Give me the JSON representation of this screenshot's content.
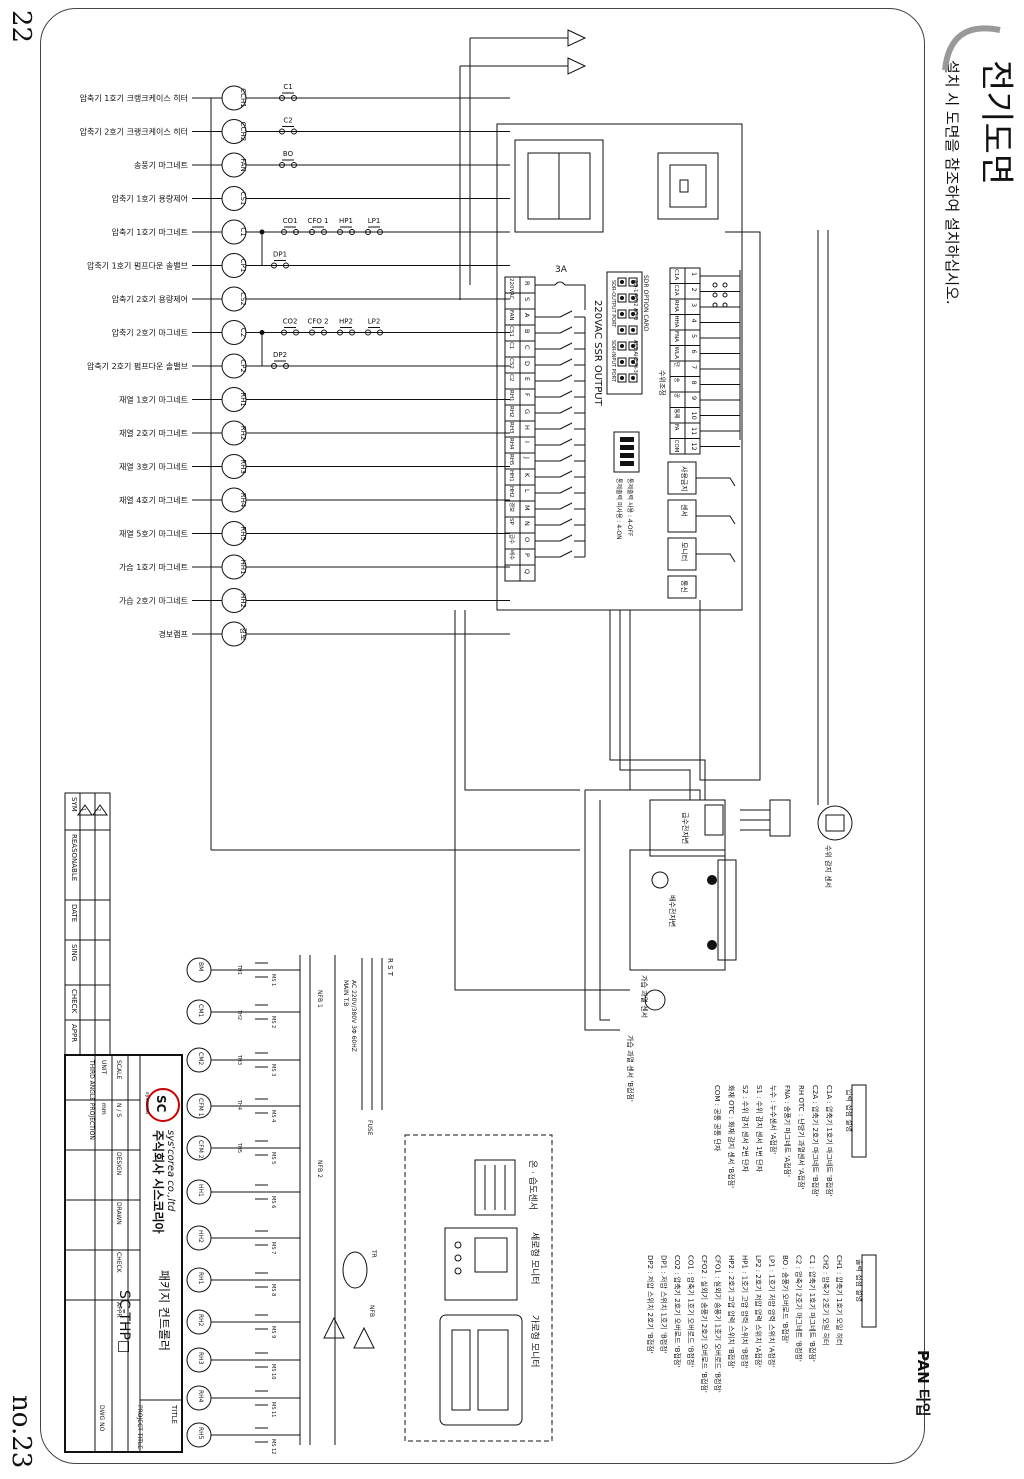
{
  "page": {
    "number_top": "22",
    "number_bottom": "no.23"
  },
  "header": {
    "title": "전기도면",
    "subtitle": "설치 시 도면을 참조하여 설치하십시오."
  },
  "pan_type": "PAN 타입",
  "loads": [
    {
      "code": "CCH1",
      "label": "압축기 1호기 크랭크케이스 히터"
    },
    {
      "code": "CCH2",
      "label": "압축기 2호기 크랭크케이스 히터"
    },
    {
      "code": "FAN",
      "label": "송풍기 마그네트"
    },
    {
      "code": "CS1",
      "label": "압축기 1호기 용량제어"
    },
    {
      "code": "C1",
      "label": "압축기 1호기 마그네트"
    },
    {
      "code": "CP1",
      "label": "압축기 1호기 펌프다운 솔밸브"
    },
    {
      "code": "CS2",
      "label": "압축기 2호기 용량제어"
    },
    {
      "code": "C2",
      "label": "압축기 2호기 마그네트"
    },
    {
      "code": "CP2",
      "label": "압축기 2호기 펌프다운 솔밸브"
    },
    {
      "code": "RH1",
      "label": "재열 1호기 마그네트"
    },
    {
      "code": "RH2",
      "label": "재열 2호기 마그네트"
    },
    {
      "code": "RH3",
      "label": "재열 3호기 마그네트"
    },
    {
      "code": "RH4",
      "label": "재열 4호기 마그네트"
    },
    {
      "code": "RH5",
      "label": "재열 5호기 마그네트"
    },
    {
      "code": "HH1",
      "label": "가습 1호기 마그네트"
    },
    {
      "code": "HH2",
      "label": "가습 2호기 마그네트"
    },
    {
      "code": "경보",
      "label": "경보램프"
    }
  ],
  "contacts": {
    "row1": [
      "C1",
      "C2",
      "BO"
    ],
    "c1_chain": [
      "CO1",
      "CFO 1",
      "HP1",
      "LP1"
    ],
    "c2_chain": [
      "CO2",
      "CFO 2",
      "HP2",
      "LP2"
    ],
    "dp": [
      "DP1",
      "DP2"
    ]
  },
  "terminal": {
    "title": "220VAC SSR OUTPUT",
    "letters": [
      "R",
      "S",
      "A",
      "B",
      "C",
      "D",
      "E",
      "F",
      "G",
      "H",
      "I",
      "J",
      "K",
      "L",
      "M",
      "N",
      "O",
      "P",
      "Q"
    ],
    "names": [
      "220VAC",
      "",
      "FAN",
      "CS1",
      "C1",
      "CS2",
      "C2",
      "RH1",
      "RH2",
      "RH3",
      "RH4",
      "RH5",
      "HH1",
      "HH2",
      "경보",
      "SP",
      "급수",
      "배수",
      ""
    ],
    "fuse": "3A",
    "sdr_title": "SDR OPTION CARD",
    "sdr_rows": [
      "AO-1 AO-2 AO-3",
      "AI-1 AI-2 AI-3",
      "SDR-OUTPUT PORT",
      "SDR-INPUT PORT"
    ],
    "dip_lines": [
      "통제출력 사용 : 4-OFF",
      "통제출력 미사용 : 4-ON"
    ],
    "input_nums": [
      "1",
      "2",
      "3",
      "4",
      "5",
      "6",
      "7",
      "8",
      "9",
      "10",
      "11",
      "12"
    ],
    "input_names": [
      "C1A",
      "C2A",
      "RHA",
      "HHA",
      "FNA",
      "WLA",
      "단",
      "송",
      "공",
      "통제",
      "FA",
      "COM"
    ]
  },
  "ports": [
    "사용금지",
    "센서",
    "모니터",
    "통신"
  ],
  "float_label": "수위조정",
  "sensors": {
    "water_level": "수위 감지 센서",
    "drain_valve": "급수전자변",
    "drain_valve2": "배수전자변",
    "humid_sensor": "가습 과열 센서",
    "humid_sensor_out": "가습 과열 센서 'B접점'"
  },
  "input_legend": {
    "title": "입력 접점 설명",
    "rows": [
      "C1A   : 압축기 1호기 마그네트 'B접점'",
      "C2A   : 압축기 2호기 마그네트 'B접점'",
      "RH OTC : 난방기 과열센서 'A접점'",
      "FNA   : 송풍기 마그네트 'A접점'",
      "누수  : 누수센서 'A접점'",
      "S1    : 수위 감지 센서 1번 단자",
      "S2    : 수위 감지 센서 2번 단자",
      "화재 OTC : 화재 감지 센서 'B접점'",
      "COM   : 공통 공통 단자"
    ]
  },
  "output_legend": {
    "title": "출력 접점 설명",
    "rows": [
      "CH1 : 압축기 1호기 오일 히터",
      "CH2 : 압축기 2호기 오일 히터",
      "C1 : 압축기 1호기 마그네트 'B접점'",
      "C2 : 압축기 2호기 마그네트 'B접점'",
      "BO : 송풍기 오버로드 'B접점'",
      "LP1 : 1호기 저압 압력 스위치 'A접점'",
      "LP2 : 2호기 저압 압력 스위치 'A접점'",
      "HP1 : 1호기 고압 압력 스위치 'B접점'",
      "HP2 : 2호기 고압 압력 스위치 'B접점'",
      "CFO1 : 실외기 송풍기 1호기 오버로드 'B접점'",
      "CFO2 : 실외기 송풍기 2호기 오버로드 'B접점'",
      "CO1 : 압축기 1호기 오버로드 'B접점'",
      "CO2 : 압축기 2호기 오버로드 'B접점'",
      "DP1 : 저압 스위치 1호기 'B접점'",
      "DP2 : 저압 스위치 2호기 'B접점'"
    ]
  },
  "power": {
    "rst": "R S T",
    "main": "AC 220V/380V 3Φ 60HZ",
    "main_tb": "MAIN T.B",
    "nfb1": "NFB 1",
    "nfb2": "NFB 2",
    "fuse": "FUSE",
    "tr": "TR",
    "nfb": "NFB",
    "motors": [
      "BM",
      "CM1",
      "CM2",
      "CFM 1",
      "CFM 2",
      "HH1",
      "HH2",
      "RH1",
      "RH2",
      "RH3",
      "RH4",
      "RH5"
    ],
    "ms": [
      "MS",
      "MS 1",
      "MS 2",
      "MS 3",
      "MS 4",
      "MS 5",
      "MS 6",
      "MS 7",
      "MS 8",
      "MS 9",
      "MS 10",
      "MS 11",
      "MS 12"
    ],
    "th": [
      "TH1",
      "TH2",
      "TH3",
      "TH4",
      "TH5"
    ]
  },
  "options": {
    "humid_sensor": "온 · 습도센서",
    "wall_monitor": "세로형 모니터",
    "horiz_monitor": "가로형 모니터"
  },
  "revision": {
    "cols": [
      "SYM",
      "REASONABLE",
      "DATE",
      "SING",
      "CHECK",
      "APPR"
    ],
    "sym1": "1",
    "sym2": "2"
  },
  "title_block": {
    "company_en": "sys'corea co.,ltd",
    "company_ko": "주식회사 시스코리아",
    "logo": "SC",
    "logo_sub": "syscorea",
    "unit": "UNIT",
    "unit_val": "mm",
    "scale": "SCALE",
    "scale_val": "N / S",
    "projection": "THIRD ANGLE PROJECTION",
    "design": "DESIGN",
    "drawn": "DRAWN",
    "check": "CHECK",
    "appr": "APPR",
    "title": "TITLE",
    "project_title": "PROJECT TITLE",
    "dwg_no": "DWG NO",
    "product": "패키지 컨트롤러",
    "model": "SC-THP□"
  }
}
